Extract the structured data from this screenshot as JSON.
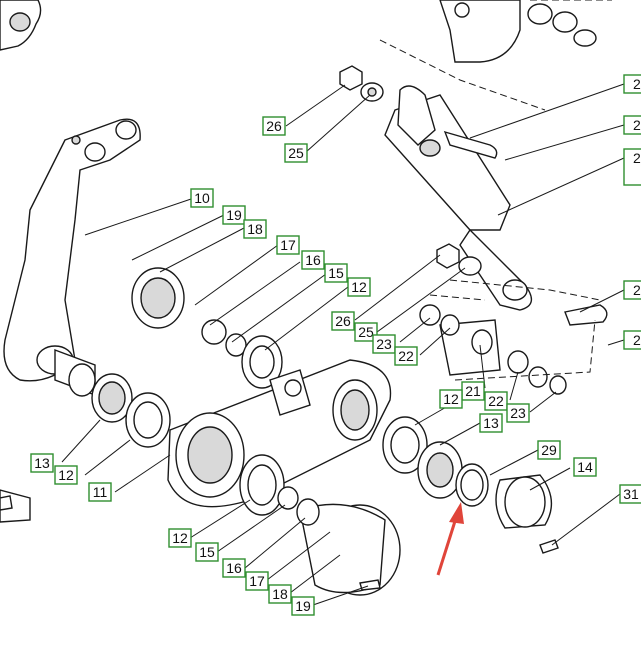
{
  "diagram": {
    "callouts": [
      {
        "id": "c26a",
        "text": "26"
      },
      {
        "id": "c25a",
        "text": "25"
      },
      {
        "id": "c10",
        "text": "10"
      },
      {
        "id": "c19a",
        "text": "19"
      },
      {
        "id": "c18a",
        "text": "18"
      },
      {
        "id": "c17a",
        "text": "17"
      },
      {
        "id": "c16a",
        "text": "16"
      },
      {
        "id": "c15a",
        "text": "15"
      },
      {
        "id": "c12a",
        "text": "12"
      },
      {
        "id": "c26b",
        "text": "26"
      },
      {
        "id": "c25b",
        "text": "25"
      },
      {
        "id": "c23a",
        "text": "23"
      },
      {
        "id": "c22a",
        "text": "22"
      },
      {
        "id": "c21",
        "text": "21"
      },
      {
        "id": "c12b",
        "text": "12"
      },
      {
        "id": "c22b",
        "text": "22"
      },
      {
        "id": "c23b",
        "text": "23"
      },
      {
        "id": "c13a",
        "text": "13"
      },
      {
        "id": "c13b",
        "text": "13"
      },
      {
        "id": "c12c",
        "text": "12"
      },
      {
        "id": "c11",
        "text": "11"
      },
      {
        "id": "c29",
        "text": "29"
      },
      {
        "id": "c14",
        "text": "14"
      },
      {
        "id": "c31",
        "text": "31"
      },
      {
        "id": "c12d",
        "text": "12"
      },
      {
        "id": "c15b",
        "text": "15"
      },
      {
        "id": "c16b",
        "text": "16"
      },
      {
        "id": "c17b",
        "text": "17"
      },
      {
        "id": "c18b",
        "text": "18"
      },
      {
        "id": "c19b",
        "text": "19"
      },
      {
        "id": "c2x1",
        "text": "2"
      },
      {
        "id": "c2x2",
        "text": "2"
      },
      {
        "id": "c2x3",
        "text": "2"
      },
      {
        "id": "c2x4",
        "text": "2"
      },
      {
        "id": "c2x5",
        "text": "2"
      }
    ],
    "colors": {
      "callout_border": "#2f8f2f",
      "arrow": "#e0453a",
      "line": "#1a1a1a"
    }
  }
}
